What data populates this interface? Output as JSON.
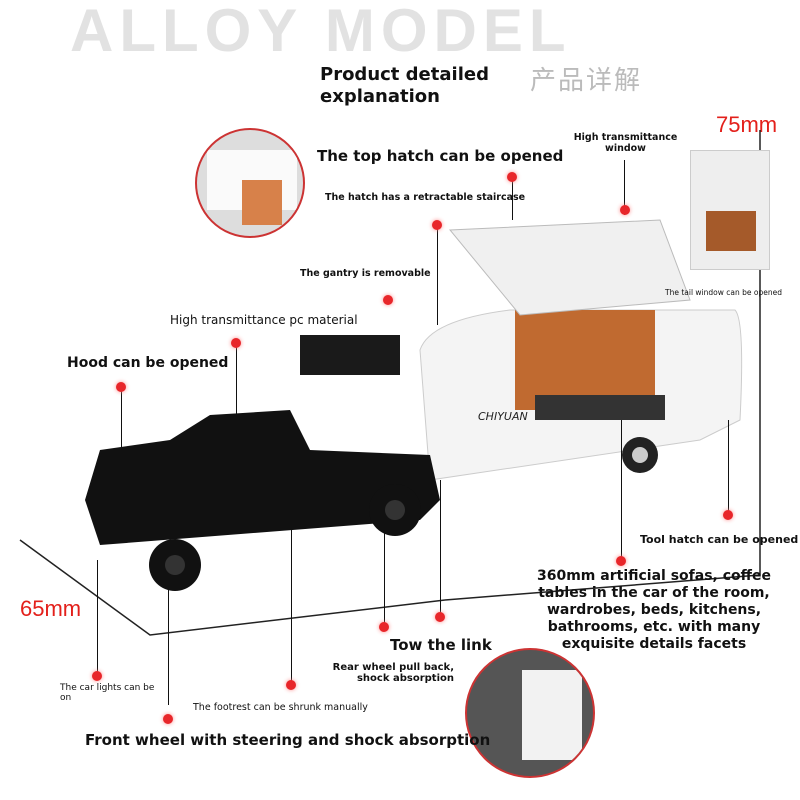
{
  "background_title": "ALLOY MODEL",
  "chinese_title": "产品详解",
  "title": "Product detailed explanation",
  "dimensions": {
    "height": "75mm",
    "width": "65mm"
  },
  "callouts": {
    "top_hatch": "The top hatch can be opened",
    "staircase": "The hatch has a retractable staircase",
    "window": "High transmittance window",
    "tail_window": "The tail window can be opened",
    "gantry": "The gantry is removable",
    "pc_material": "High transmittance pc material",
    "hood": "Hood can be opened",
    "tool_hatch": "Tool hatch can be opened",
    "interior": "360mm artificial sofas, coffee tables in the car of the room, wardrobes, beds, kitchens, bathrooms, etc. with many exquisite details facets",
    "tow": "Tow the link",
    "rear_wheel": "Rear wheel pull back, shock absorption",
    "lights": "The car lights can be on",
    "footrest": "The footrest can be shrunk manually",
    "front_wheel": "Front wheel with steering and shock absorption"
  },
  "logo_text": "CHIYUAN",
  "colors": {
    "accent": "#e8262a",
    "truck": "#111111",
    "trailer": "#f4f4f4",
    "interior": "#b8652a"
  }
}
